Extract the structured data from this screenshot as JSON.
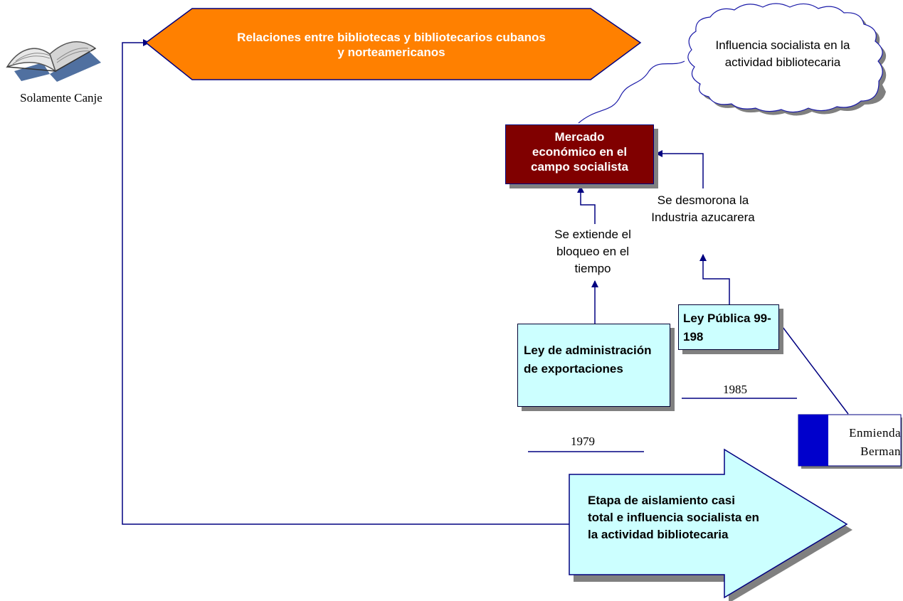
{
  "colors": {
    "orange": "#ff8000",
    "dark_red": "#800000",
    "light_cyan": "#ccffff",
    "navy": "#000080",
    "blue": "#0000cc",
    "shadow": "#808080"
  },
  "icons": {
    "book": "open-book-icon"
  },
  "book_caption": "Solamente Canje",
  "header_banner": "Relaciones entre bibliotecas y bibliotecarios cubanos y norteamericanos",
  "cloud_text": "Influencia socialista en la actividad bibliotecaria",
  "mercado_box": "Mercado económico en el campo socialista",
  "label_extiende": "Se extiende el bloqueo en el tiempo",
  "label_desmorona": "Se desmorona la Industria azucarera",
  "ley_admin_box": "Ley de administración de exportaciones",
  "ley_publica_box": "Ley Pública 99-198",
  "year_1985": "1985",
  "year_1979": "1979",
  "enmienda": "Enmienda Berman",
  "arrow_etapa": "Etapa de aislamiento casi total e influencia socialista en la actividad bibliotecaria"
}
